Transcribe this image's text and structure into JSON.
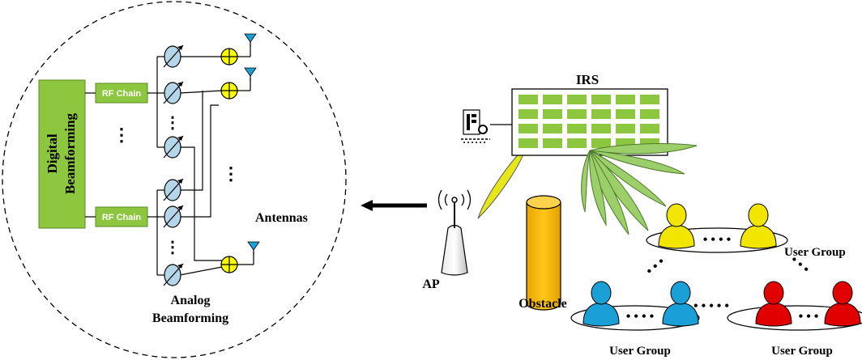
{
  "diagram": {
    "digital_beamforming_line1": "Digital",
    "digital_beamforming_line2": "Beamforming",
    "rf_chain_top": "RF Chain",
    "rf_chain_bottom": "RF Chain",
    "antennas_label": "Antennas",
    "analog_line1": "Analog",
    "analog_line2": "Beamforming",
    "irs_label": "IRS",
    "ap_label": "AP",
    "obstacle_label": "Obstacle",
    "user_group_right": "User Group",
    "user_group_bottom_left": "User Group",
    "user_group_bottom_right": "User Group"
  },
  "colors": {
    "digital_block": "#8dc63f",
    "rf_chain": "#8dc63f",
    "phase_shifter": "#b4d6e8",
    "combiner": "#ffff00",
    "antenna": "#1a9fd6",
    "irs_element": "#8dc63f",
    "beam": "#9ccf6a",
    "ap_beam": "#e6e61a",
    "obstacle": "#f5b800",
    "user_yellow": "#f2e600",
    "user_blue": "#1a9fd6",
    "user_red": "#e00000"
  }
}
